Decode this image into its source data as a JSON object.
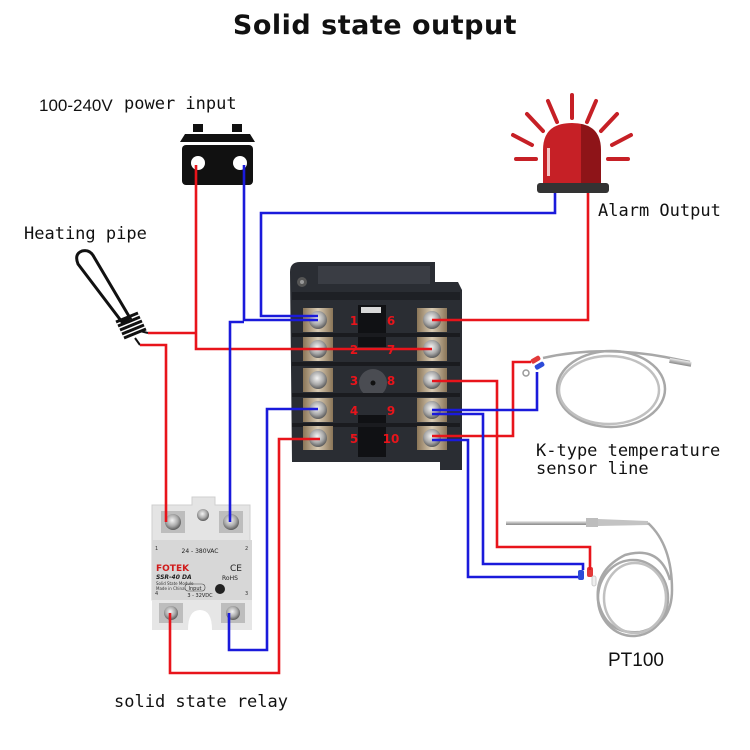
{
  "title": "Solid state output",
  "labels": {
    "power_input_voltage": "100-240V",
    "power_input": "power input",
    "heating_pipe": "Heating pipe",
    "alarm_output": "Alarm Output",
    "k_type_line1": "K-type temperature",
    "k_type_line2": "sensor line",
    "pt100": "PT100",
    "solid_state_relay": "solid state relay"
  },
  "controller": {
    "terminals_left": [
      "1",
      "2",
      "3",
      "4",
      "5"
    ],
    "terminals_right": [
      "6",
      "7",
      "8",
      "9",
      "10"
    ]
  },
  "ssr": {
    "brand": "FOTEK",
    "model": "SSR-40 DA",
    "subtitle": "Solid State Module",
    "origin": "Made in China",
    "output_rating": "24 - 380VAC",
    "input_label": "Input",
    "input_rating": "3 - 32VDC",
    "ce_mark": "CE",
    "rohs_mark": "RoHS",
    "pin_1": "1",
    "pin_2": "2",
    "pin_3": "3",
    "pin_4": "4"
  },
  "colors": {
    "wire_positive": "#e8141b",
    "wire_negative": "#1a1adb",
    "alarm_red": "#c62026",
    "controller_body": "#2a2d33"
  }
}
